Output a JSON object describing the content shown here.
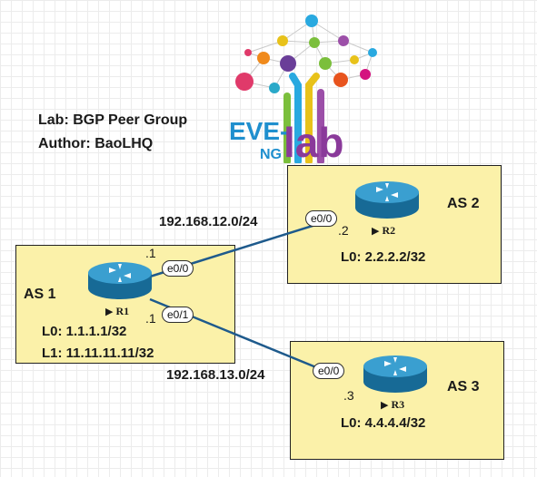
{
  "lab_info": {
    "title": "Lab: BGP Peer Group",
    "author": "Author: BaoLHQ"
  },
  "logo": {
    "text_eve": "EVE-",
    "text_ng": "NG",
    "text_lab": "lab"
  },
  "as_boxes": [
    {
      "label": "AS 1"
    },
    {
      "label": "AS 2"
    },
    {
      "label": "AS 3"
    }
  ],
  "routers": [
    {
      "name": "R1",
      "loopbacks": [
        "L0: 1.1.1.1/32",
        "L1: 11.11.11.11/32"
      ],
      "ip_hosts": [
        ".1",
        ".1"
      ]
    },
    {
      "name": "R2",
      "loopbacks": [
        "L0: 2.2.2.2/32"
      ],
      "ip_hosts": [
        ".2"
      ]
    },
    {
      "name": "R3",
      "loopbacks": [
        "L0: 4.4.4.4/32"
      ],
      "ip_hosts": [
        ".3"
      ]
    }
  ],
  "links": [
    {
      "subnet": "192.168.12.0/24",
      "a_iface": "e0/0",
      "b_iface": "e0/0"
    },
    {
      "subnet": "192.168.13.0/24",
      "a_iface": "e0/1",
      "b_iface": "e0/0"
    }
  ],
  "colors": {
    "link": "#1e5a8c",
    "as_box": "#fbf1a9",
    "router": "#1f7fae"
  },
  "icons": {
    "router": "router-icon",
    "triangle": "play-triangle-icon"
  }
}
